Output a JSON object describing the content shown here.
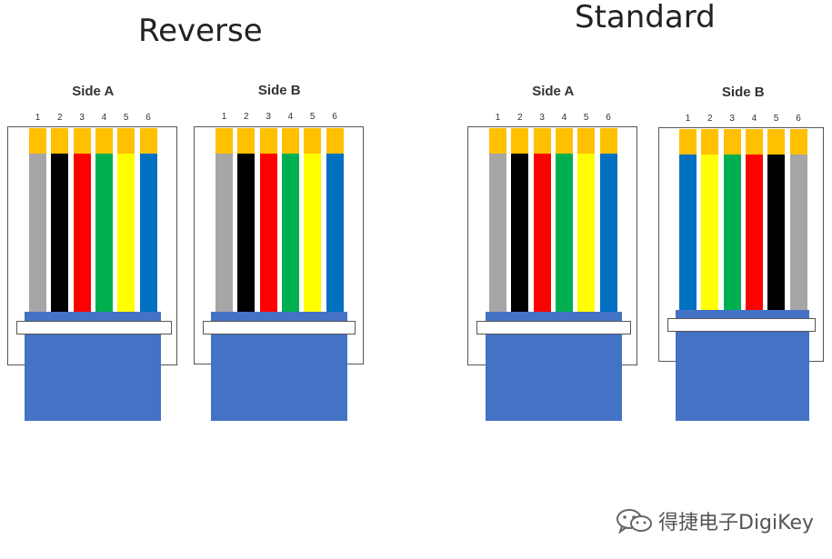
{
  "titles": {
    "reverse": "Reverse",
    "standard": "Standard"
  },
  "colors": {
    "pin": "#FFC000",
    "gray": "#A6A6A6",
    "black": "#000000",
    "red": "#FF0000",
    "green": "#00B050",
    "yellow": "#FFFF00",
    "blue": "#0070C0",
    "plug_blue": "#4472C4"
  },
  "connectors": [
    {
      "id": "reverse-side-a",
      "label": "Side A",
      "pin_numbers": [
        "1",
        "2",
        "3",
        "4",
        "5",
        "6"
      ],
      "wire_colors": [
        "gray",
        "black",
        "red",
        "green",
        "yellow",
        "blue"
      ]
    },
    {
      "id": "reverse-side-b",
      "label": "Side B",
      "pin_numbers": [
        "1",
        "2",
        "3",
        "4",
        "5",
        "6"
      ],
      "wire_colors": [
        "gray",
        "black",
        "red",
        "green",
        "yellow",
        "blue"
      ]
    },
    {
      "id": "standard-side-a",
      "label": "Side A",
      "pin_numbers": [
        "1",
        "2",
        "3",
        "4",
        "5",
        "6"
      ],
      "wire_colors": [
        "gray",
        "black",
        "red",
        "green",
        "yellow",
        "blue"
      ]
    },
    {
      "id": "standard-side-b",
      "label": "Side B",
      "pin_numbers": [
        "1",
        "2",
        "3",
        "4",
        "5",
        "6"
      ],
      "wire_colors": [
        "blue",
        "yellow",
        "green",
        "red",
        "black",
        "gray"
      ]
    }
  ],
  "watermark": {
    "text": "得捷电子DigiKey",
    "icon": "wechat-logo-icon"
  }
}
